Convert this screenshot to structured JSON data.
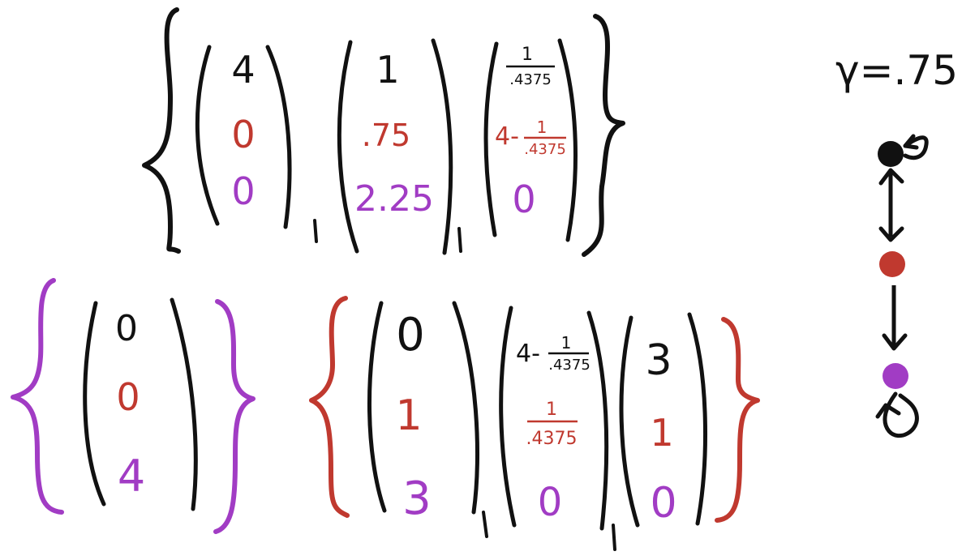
{
  "colors": {
    "black": "#111111",
    "red": "#c0392f",
    "purple": "#a13cc4"
  },
  "top_set": {
    "vectors": [
      {
        "entries": [
          "4",
          "0",
          "0"
        ],
        "entry_colors": [
          "black",
          "red",
          "purple"
        ]
      },
      {
        "entries": [
          "1",
          ".75",
          "2.25"
        ],
        "entry_colors": [
          "black",
          "red",
          "purple"
        ]
      },
      {
        "entries": [
          {
            "numerator": "1",
            "denominator": ".4375"
          },
          {
            "prefix": "4-",
            "numerator": "1",
            "denominator": ".4375"
          },
          "0"
        ],
        "entry_colors": [
          "black",
          "red",
          "purple"
        ]
      }
    ]
  },
  "purple_set": {
    "vectors": [
      {
        "entries": [
          "0",
          "0",
          "4"
        ],
        "entry_colors": [
          "black",
          "red",
          "purple"
        ]
      }
    ]
  },
  "red_set": {
    "vectors": [
      {
        "entries": [
          "0",
          "1",
          "3"
        ],
        "entry_colors": [
          "black",
          "red",
          "purple"
        ]
      },
      {
        "entries": [
          {
            "prefix": "4-",
            "numerator": "1",
            "denominator": ".4375"
          },
          {
            "numerator": "1",
            "denominator": ".4375"
          },
          "0"
        ],
        "entry_colors": [
          "black",
          "red",
          "purple"
        ]
      },
      {
        "entries": [
          "3",
          "1",
          "0"
        ],
        "entry_colors": [
          "black",
          "red",
          "purple"
        ]
      }
    ]
  },
  "gamma_label": "γ=.75",
  "graph": {
    "nodes": [
      {
        "color": "black",
        "self_loop": "top"
      },
      {
        "color": "red"
      },
      {
        "color": "purple",
        "self_loop": "bottom"
      }
    ],
    "edges": [
      {
        "from": 0,
        "to": 1,
        "bidirectional": true
      },
      {
        "from": 1,
        "to": 2,
        "bidirectional": false
      }
    ]
  }
}
